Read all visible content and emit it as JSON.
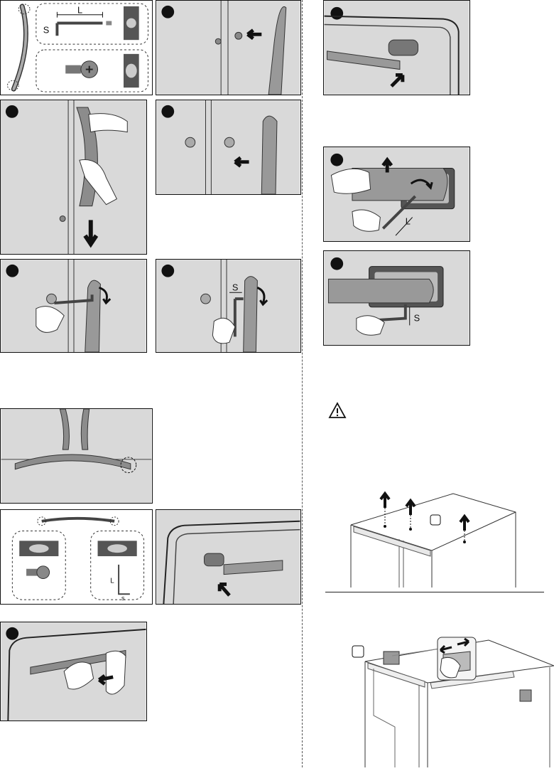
{
  "labels": {
    "length": "L",
    "short": "S",
    "small_s": "s"
  },
  "icons": {
    "warning": "warning-triangle-icon",
    "step_marker": "step-dot-icon",
    "direction": "arrow-icon",
    "hex_key": "allen-key-icon",
    "screw": "screw-icon"
  },
  "colors": {
    "panel_bg": "#d9d9d9",
    "handle": "#8c8c8c",
    "ink": "#111111"
  }
}
